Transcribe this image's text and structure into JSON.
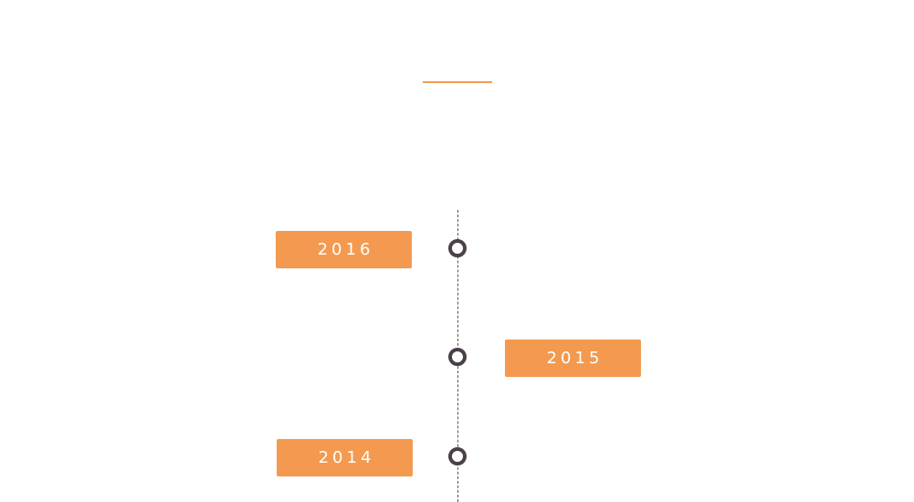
{
  "colors": {
    "accent": "#f39a50",
    "node_ring": "#4a3f4a",
    "line": "#555555"
  },
  "timeline": {
    "entries": [
      {
        "year": "2016",
        "side": "left"
      },
      {
        "year": "2015",
        "side": "right"
      },
      {
        "year": "2014",
        "side": "left"
      }
    ]
  }
}
